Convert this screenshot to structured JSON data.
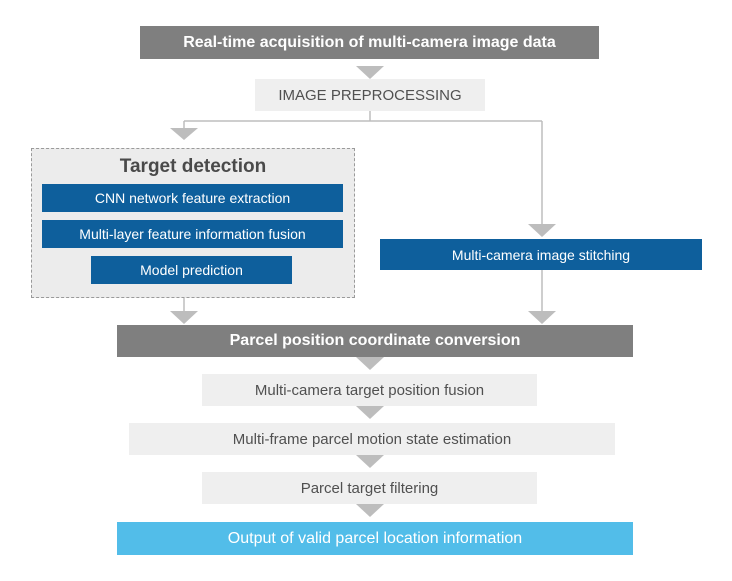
{
  "steps": {
    "acquisition": "Real-time acquisition of multi-camera image data",
    "preprocessing": "IMAGE PREPROCESSING",
    "target_detection": {
      "title": "Target detection",
      "cnn": "CNN network feature extraction",
      "fusion": "Multi-layer feature information fusion",
      "prediction": "Model prediction"
    },
    "stitching": "Multi-camera image stitching",
    "coordinate_conversion": "Parcel position coordinate conversion",
    "position_fusion": "Multi-camera target position fusion",
    "motion_estimation": "Multi-frame parcel motion state estimation",
    "filtering": "Parcel target filtering",
    "output": "Output of valid parcel location information"
  },
  "colors": {
    "dark_gray": "#7f7f7f",
    "light_gray": "#efefef",
    "blue": "#0e5f9c",
    "sky": "#52bde9",
    "arrow": "#bdbdbd"
  }
}
